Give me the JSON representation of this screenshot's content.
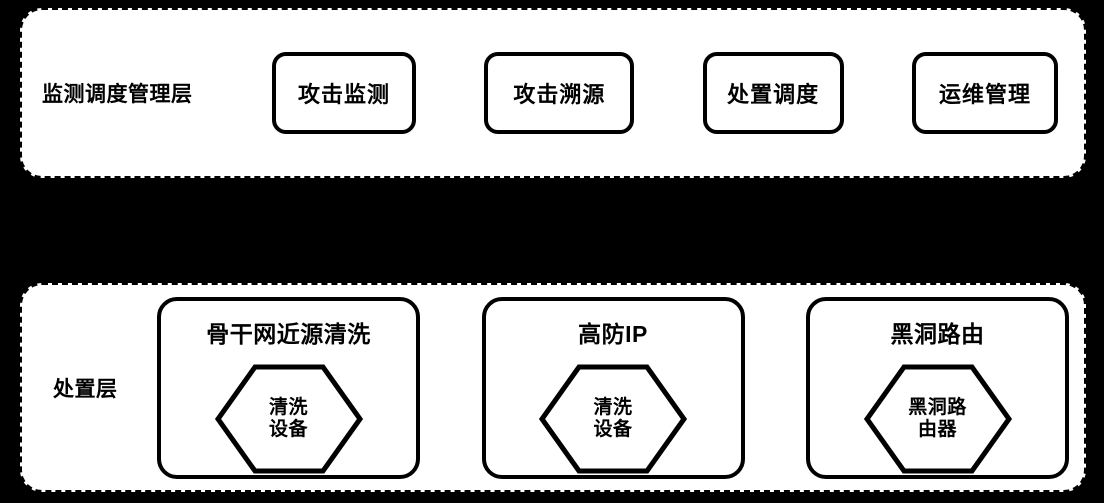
{
  "diagram": {
    "background_color": "#000000",
    "surface_color": "#ffffff",
    "stroke_color": "#000000",
    "layers": [
      {
        "id": "monitoring-scheduling-management-layer",
        "label": "监测调度管理层",
        "nodes": [
          {
            "label": "攻击监测"
          },
          {
            "label": "攻击溯源"
          },
          {
            "label": "处置调度"
          },
          {
            "label": "运维管理"
          }
        ]
      },
      {
        "id": "disposal-layer",
        "label": "处置层",
        "nodes": [
          {
            "title": "骨干网近源清洗",
            "device": {
              "line1": "清洗",
              "line2": "设备"
            }
          },
          {
            "title": "高防IP",
            "device": {
              "line1": "清洗",
              "line2": "设备"
            }
          },
          {
            "title": "黑洞路由",
            "device": {
              "line1": "黑洞路",
              "line2": "由器"
            }
          }
        ]
      }
    ]
  }
}
